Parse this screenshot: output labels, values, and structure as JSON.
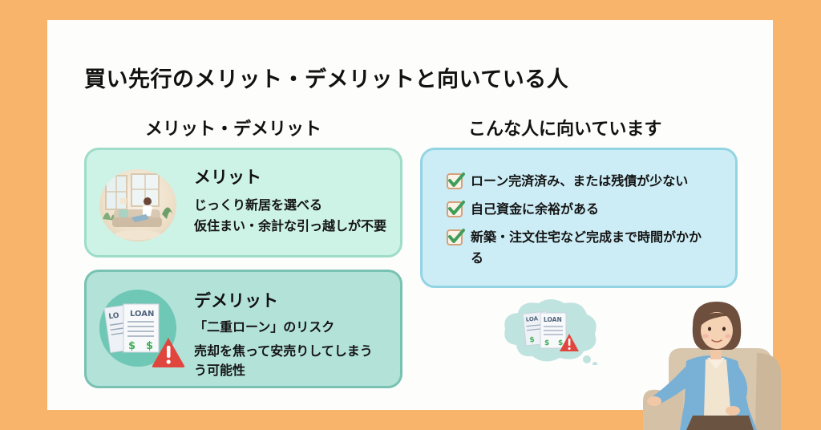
{
  "title": "買い先行のメリット・デメリットと向いている人",
  "sections": {
    "left_title": "メリット・デメリット",
    "right_title": "こんな人に向いています"
  },
  "merit": {
    "heading": "メリット",
    "lines": [
      "じっくり新居を選べる",
      "仮住まい・余計な引っ越しが不要"
    ],
    "illustration": "woman-relaxing-on-sofa"
  },
  "demerit": {
    "heading": "デメリット",
    "lines": [
      "「二重ローン」のリスク",
      "売却を焦って安売りしてしまう",
      "う可能性"
    ],
    "illustration": "loan-documents-warning",
    "doc_label": "LOAN",
    "doc_label_partial": "LO"
  },
  "suited": {
    "items": [
      {
        "text": "ローン完済済み、または残債が少ない",
        "icon": "check-icon"
      },
      {
        "text": "自己資金に余裕がある",
        "icon": "check-icon"
      },
      {
        "text": "新築・注文住宅など完成まで時間がかかる",
        "icon": "check-icon"
      }
    ]
  },
  "bubble": {
    "doc_label": "LOAN",
    "doc_label_partial": "LOA"
  },
  "colors": {
    "frame": "#f9b46c",
    "panel": "#fdfdfc",
    "merit_bg": "#cdf2e6",
    "merit_border": "#9fdcca",
    "demerit_bg": "#b3e2d9",
    "demerit_border": "#78c2b2",
    "suited_bg": "#cdedf6",
    "suited_border": "#93d4e3",
    "check_green": "#3e9e58",
    "warning_red": "#e0463d"
  }
}
